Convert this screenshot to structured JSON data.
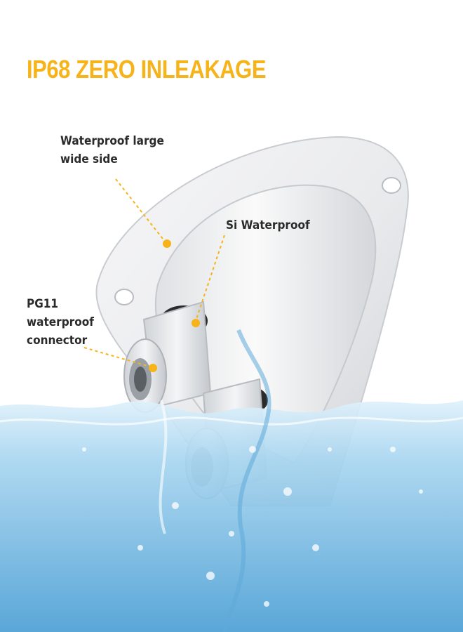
{
  "headline": {
    "text": "IP68 ZERO INLEAKAGE",
    "color": "#F6B41A"
  },
  "callouts": {
    "large_side": {
      "line1": "Waterproof large",
      "line2": "wide side"
    },
    "si_waterproof": {
      "line1": "Si Waterproof"
    },
    "pg11": {
      "line1": "PG11",
      "line2": "waterproof",
      "line3": "connector"
    }
  },
  "colors": {
    "callout_text": "#2b2b2b",
    "leader_line": "#F6B41A",
    "plastic": "#ECEDEE",
    "water": "#8CC6E8"
  }
}
